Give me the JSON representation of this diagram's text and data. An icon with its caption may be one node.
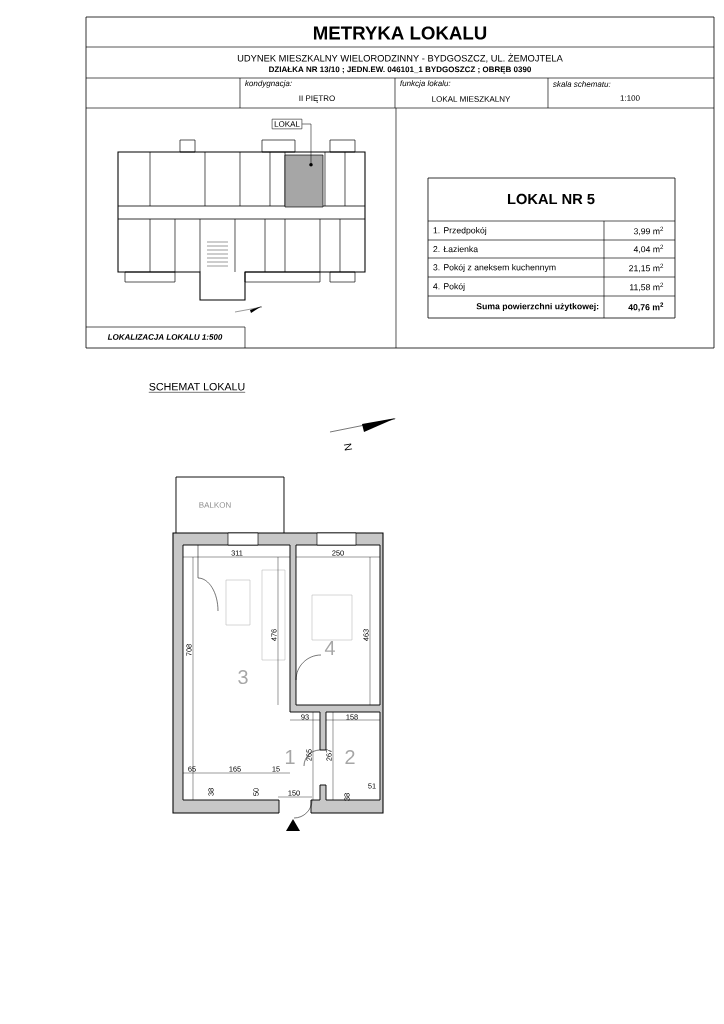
{
  "diagram": {
    "title": "METRYKA LOKALU",
    "nodes": [
      {
        "text": [
          "LOKAL"
        ]
      },
      {
        "text": [],
        "shape": "box"
      }
    ],
    "edges": [
      {
        "from": 0,
        "to": 1,
        "arrow": "none"
      }
    ],
    "labels": [
      "UDYNEK MIESZKALNY WIELORODZINNY - BYDGOSZCZ, UL. ŻEMOJTELA",
      "DZIAŁKA NR 13/10 ;  JEDN.EW. 046101_1 BYDGOSZCZ  ; OBRĘB 0390",
      "kondygnacja:",
      "II PIĘTRO",
      "funkcja lokalu:",
      "LOKAL MIESZKALNY",
      "skala schematu:",
      "1:100",
      "LOKALIZACJA LOKALU  1:500",
      "LOKAL  NR  5",
      "1. Przedpokój",
      "3,99 m$^{2}$",
      "2. Łazienka",
      "4,04 m$^{2}$",
      "3. Pokój z aneksem kuchennym",
      "21,15 m$^{2}$",
      "4. Pokój",
      "11,58 m$^{2}$",
      "Suma powierzchni użytkowej:",
      "40,76 m$^{2}$",
      "SCHEMAT LOKALU",
      "N",
      "BALKON",
      "311",
      "250",
      "476",
      "463",
      "708",
      "93",
      "158",
      "265",
      "267",
      "65",
      "165",
      "15",
      "38",
      "50",
      "150",
      "38",
      "51",
      "3",
      "4",
      "1",
      "2"
    ]
  }
}
